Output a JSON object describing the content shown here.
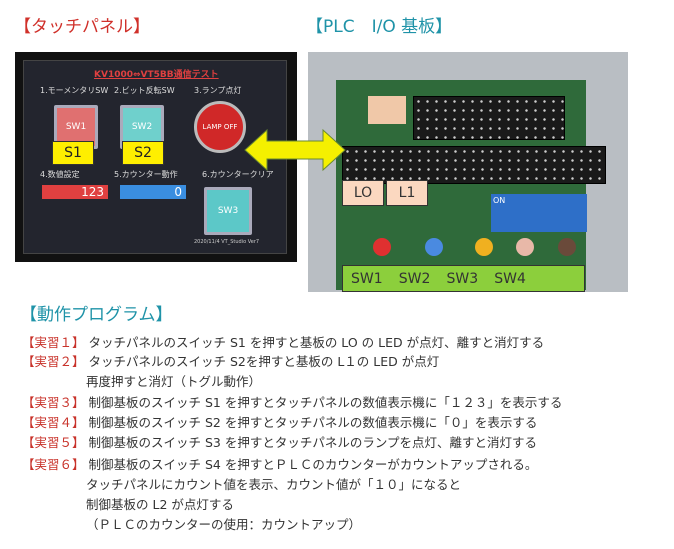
{
  "titles": {
    "touch_panel": "【タッチパネル】",
    "plc_board": "【PLC　I/O 基板】",
    "program": "【動作プログラム】"
  },
  "panel": {
    "header": "KV1000⇔VT5BB通信テスト",
    "item1": "1.モーメンタリSW",
    "item2": "2.ビット反転SW",
    "item3": "3.ランプ点灯",
    "item4": "4.数値設定",
    "item5": "5.カウンター動作",
    "item6": "6.カウンタークリア",
    "sw1": "SW1",
    "sw2": "SW2",
    "sw3": "SW3",
    "lamp": "LAMP OFF",
    "value1": "123",
    "value2": "0",
    "footer": "2020/11/4 VT_Studio Ver7",
    "label_s1": "S1",
    "label_s2": "S2"
  },
  "board": {
    "label_l0": "LO",
    "label_l1": "L1",
    "dip": "ON",
    "sw_labels": [
      "SW1",
      "SW2",
      "SW3",
      "SW4"
    ]
  },
  "exercises": [
    {
      "tag": "【実習１】",
      "lines": [
        "タッチパネルのスイッチ S1 を押すと基板の LO の LED が点灯、離すと消灯する"
      ]
    },
    {
      "tag": "【実習２】",
      "lines": [
        "タッチパネルのスイッチ S2を押すと基板の L１の LED が点灯",
        "再度押すと消灯（トグル動作）"
      ]
    },
    {
      "tag": "【実習３】",
      "lines": [
        "制御基板のスイッチ S1 を押すとタッチパネルの数値表示機に「１２３」を表示する"
      ]
    },
    {
      "tag": "【実習４】",
      "lines": [
        "制御基板のスイッチ S2 を押すとタッチパネルの数値表示機に「０」を表示する"
      ]
    },
    {
      "tag": "【実習５】",
      "lines": [
        "制御基板のスイッチ S3 を押すとタッチパネルのランプを点灯、離すと消灯する"
      ]
    },
    {
      "tag": "【実習６】",
      "lines": [
        "制御基板のスイッチ S4 を押すとＰＬＣのカウンターがカウントアップされる。",
        "タッチパネルにカウント値を表示、カウント値が「１０」になると",
        "制御基板の L2 が点灯する",
        "（ＰＬＣのカウンターの使用：カウントアップ）"
      ]
    }
  ]
}
